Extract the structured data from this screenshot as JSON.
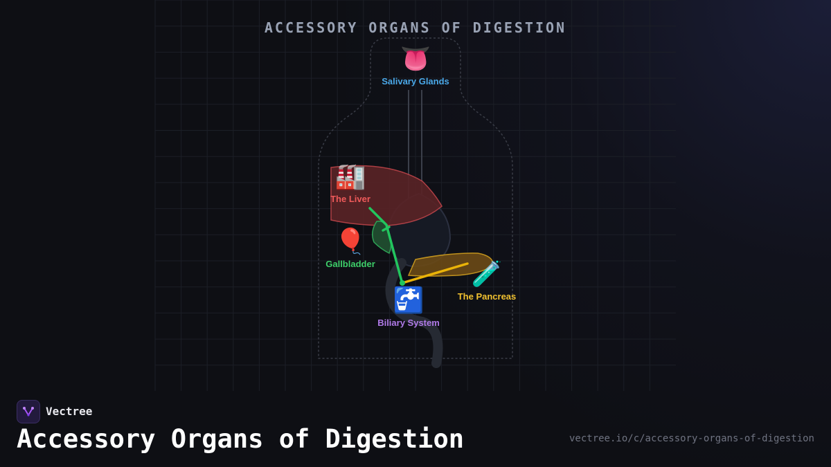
{
  "diagram": {
    "title": "ACCESSORY ORGANS OF DIGESTION",
    "nodes": [
      {
        "id": "salivary",
        "icon": "👅",
        "icon_name": "tongue-icon",
        "label": "Salivary Glands",
        "color": "#4aa8e8"
      },
      {
        "id": "liver",
        "icon": "🏭",
        "icon_name": "factory-icon",
        "label": "The Liver",
        "color": "#ef5a5a"
      },
      {
        "id": "gallbladder",
        "icon": "🎈",
        "icon_name": "balloon-icon",
        "label": "Gallbladder",
        "color": "#3ecf6a"
      },
      {
        "id": "pancreas",
        "icon": "🧪",
        "icon_name": "test-tube-icon",
        "label": "The Pancreas",
        "color": "#f2c230"
      },
      {
        "id": "biliary",
        "icon": "🚰",
        "icon_name": "water-tap-icon",
        "label": "Biliary System",
        "color": "#b07ae8"
      }
    ],
    "colors": {
      "liver_fill": "#5a2326",
      "liver_stroke": "#c0454a",
      "gallbladder_fill": "#1f4a2e",
      "gallbladder_stroke": "#2ea356",
      "pancreas_fill": "#6b4a16",
      "pancreas_stroke": "#d4a11e",
      "bile_duct": "#22c55e",
      "pancreatic_duct": "#eab308"
    }
  },
  "footer": {
    "brand": "Vectree",
    "title": "Accessory Organs of Digestion",
    "url": "vectree.io/c/accessory-organs-of-digestion"
  }
}
